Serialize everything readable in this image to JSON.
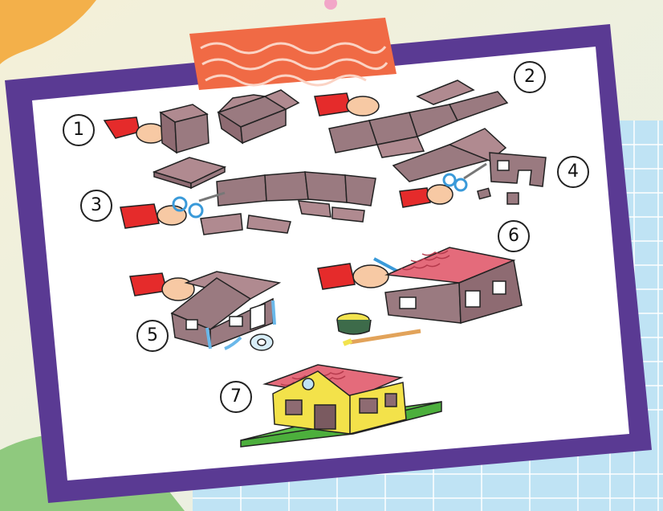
{
  "scene": {
    "step_numbers": [
      "1",
      "2",
      "3",
      "4",
      "5",
      "6",
      "7"
    ]
  },
  "colors": {
    "frame": "#5a3a93",
    "paper": "#ffffff",
    "tape": "#f06a45",
    "cardboard": "#9a7a80",
    "sleeve": "#e52b2b",
    "roof": "#e46b7b",
    "house_wall": "#f3e24a",
    "base_board": "#4caf3c",
    "grid_paper": "#bfe3f4"
  }
}
